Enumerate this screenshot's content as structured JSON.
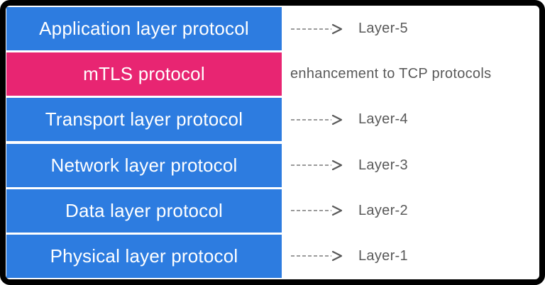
{
  "diagram": {
    "rows": [
      {
        "box_label": "Application layer protocol",
        "color": "blue",
        "annotation": "Layer-5",
        "arrow": true
      },
      {
        "box_label": "mTLS protocol",
        "color": "pink",
        "annotation": "enhancement to TCP protocols",
        "arrow": false
      },
      {
        "box_label": "Transport layer protocol",
        "color": "blue",
        "annotation": "Layer-4",
        "arrow": true
      },
      {
        "box_label": "Network layer protocol",
        "color": "blue",
        "annotation": "Layer-3",
        "arrow": true
      },
      {
        "box_label": "Data layer protocol",
        "color": "blue",
        "annotation": "Layer-2",
        "arrow": true
      },
      {
        "box_label": "Physical layer protocol",
        "color": "blue",
        "annotation": "Layer-1",
        "arrow": true
      }
    ],
    "colors": {
      "blue": "#2D7CE0",
      "pink": "#E82572",
      "box_text": "#FFFFFF",
      "annotation_text": "#595959",
      "arrow": "#6E6E6E",
      "frame": "#000000",
      "background": "#FFFFFF"
    }
  }
}
